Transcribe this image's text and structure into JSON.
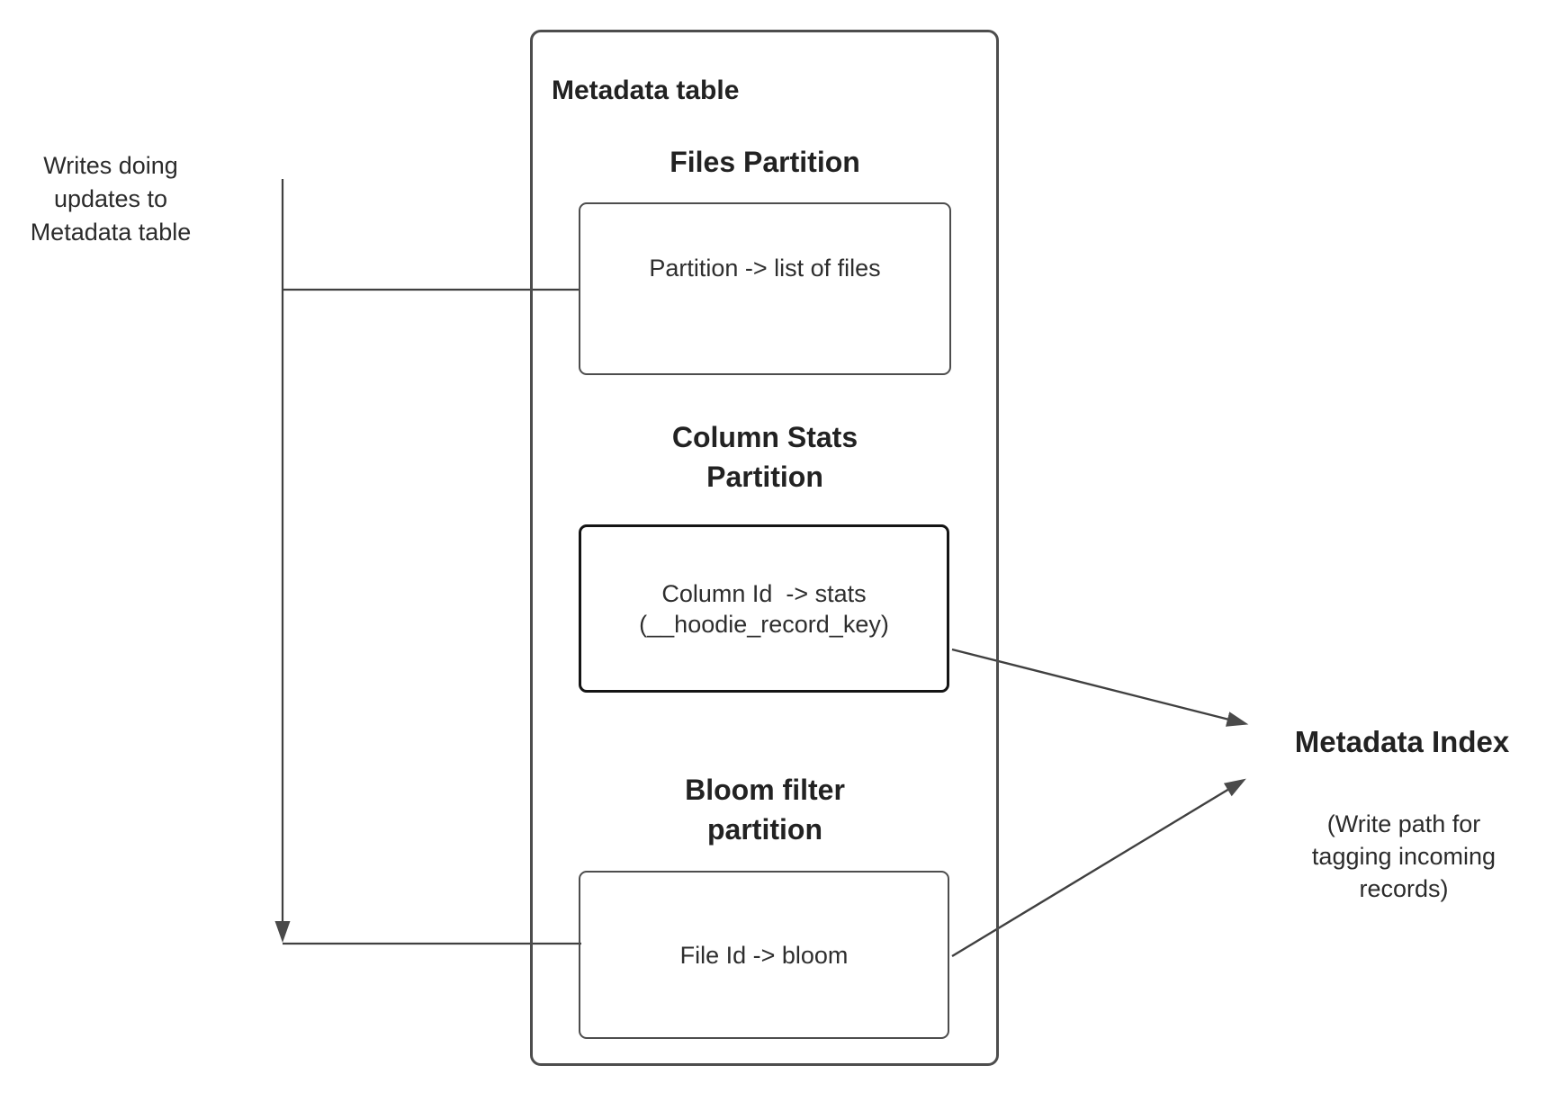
{
  "left_note": {
    "lines": [
      "Writes doing",
      "updates to",
      "Metadata table"
    ]
  },
  "metadata_table": {
    "title": "Metadata table",
    "sections": {
      "files": {
        "heading": "Files Partition",
        "body": "Partition -> list of files"
      },
      "column_stats": {
        "heading_lines": [
          "Column Stats",
          "Partition"
        ],
        "body_lines": [
          "Column Id  -> stats",
          "(__hoodie_record_key)"
        ]
      },
      "bloom": {
        "heading_lines": [
          "Bloom filter",
          "partition"
        ],
        "body": "File Id -> bloom"
      }
    }
  },
  "metadata_index": {
    "title": "Metadata Index",
    "subtitle_lines": [
      "(Write path for",
      "tagging incoming",
      "records)"
    ]
  },
  "colors": {
    "connector_line": "#404040",
    "arrowhead": "#4a4a4a",
    "box_border": "#4d4d4d",
    "dark_box_border": "#141414",
    "text": "#2e2e2e"
  }
}
